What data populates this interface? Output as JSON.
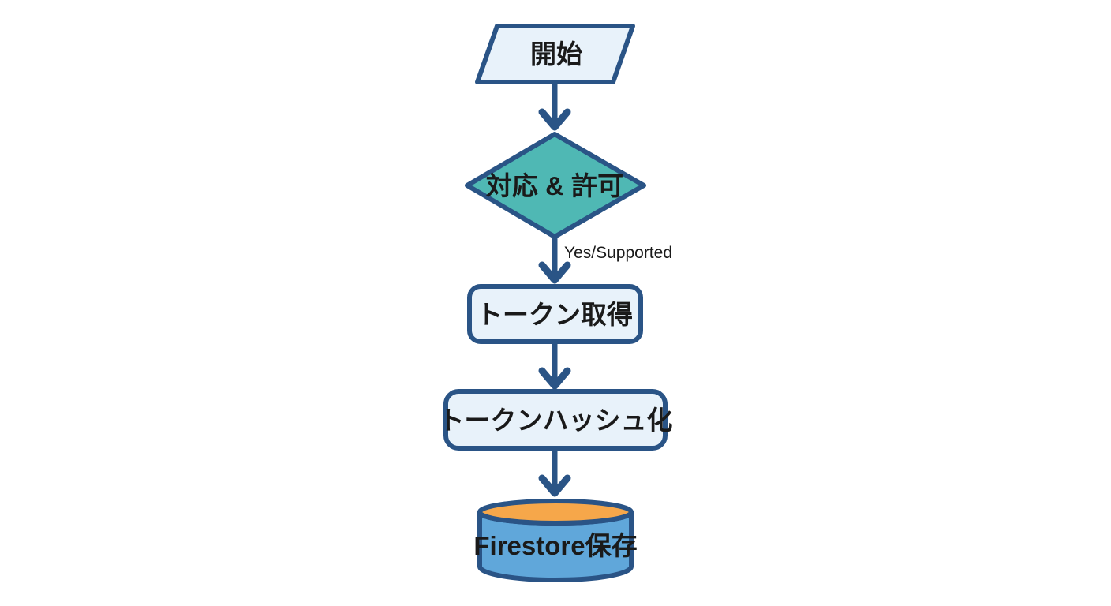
{
  "diagram": {
    "type": "flowchart",
    "direction": "top-down",
    "nodes": [
      {
        "id": "start",
        "shape": "parallelogram",
        "label": "開始"
      },
      {
        "id": "decision",
        "shape": "diamond",
        "label": "対応 & 許可"
      },
      {
        "id": "get-token",
        "shape": "rounded-rect",
        "label": "トークン取得"
      },
      {
        "id": "hash-token",
        "shape": "rounded-rect",
        "label": "トークンハッシュ化"
      },
      {
        "id": "firestore",
        "shape": "cylinder",
        "label": "Firestore保存"
      }
    ],
    "edges": [
      {
        "from": "start",
        "to": "decision",
        "label": ""
      },
      {
        "from": "decision",
        "to": "get-token",
        "label": "Yes/Supported"
      },
      {
        "from": "get-token",
        "to": "hash-token",
        "label": ""
      },
      {
        "from": "hash-token",
        "to": "firestore",
        "label": ""
      }
    ],
    "colors": {
      "background": "#ffffff",
      "stroke": "#2a5486",
      "node_fill": "#e8f2fa",
      "decision_fill": "#4fb8b4",
      "cylinder_body": "#60a7da",
      "cylinder_top": "#f6a74a",
      "text": "#1a1a1a"
    }
  }
}
